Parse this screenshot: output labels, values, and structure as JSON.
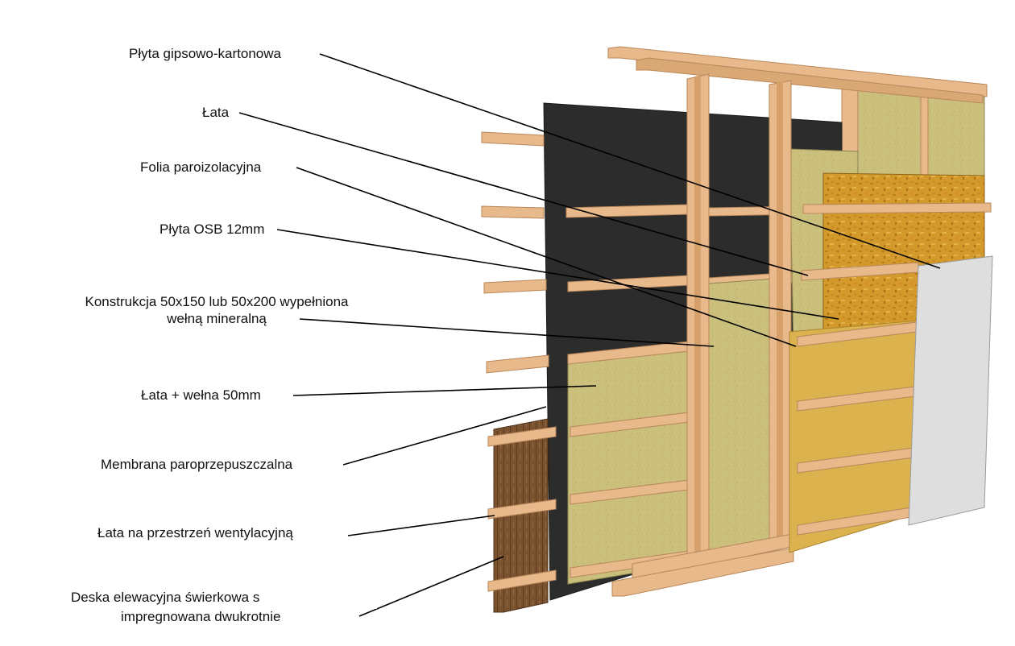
{
  "labels": {
    "gypsum": "Płyta gipsowo-kartonowa",
    "lath": "Łata",
    "vapor_foil": "Folia paroizolacyjna",
    "osb": "Płyta OSB 12mm",
    "construction_line1": "Konstrukcja 50x150 lub 50x200 wypełniona",
    "construction_line2": "wełną mineralną",
    "lath_wool": "Łata + wełna 50mm",
    "membrane": "Membrana paroprzepuszczalna",
    "vent_lath": "Łata na przestrzeń wentylacyjną",
    "siding_line1": "Deska elewacyjna świerkowa s",
    "siding_line2": "impregnowana dwukrotnie"
  },
  "colors": {
    "wood": "#e8b98a",
    "wood_dark": "#c9925c",
    "wool": "#c9bd7a",
    "membrane": "#2c2c2c",
    "osb": "#d49c2c",
    "yellow_board": "#dcb24e",
    "gypsum": "#dedede",
    "siding": "#7a5330"
  }
}
